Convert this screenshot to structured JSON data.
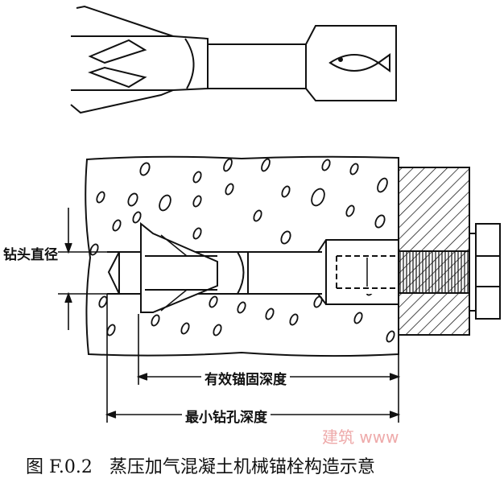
{
  "labels": {
    "drill_diameter": "钻头直径",
    "effective_depth": "有效锚固深度",
    "min_drill_depth": "最小钻孔深度"
  },
  "caption": {
    "figure_number": "图 F.0.2",
    "title": "蒸压加气混凝土机械锚栓构造示意"
  },
  "watermark": "建筑 www"
}
